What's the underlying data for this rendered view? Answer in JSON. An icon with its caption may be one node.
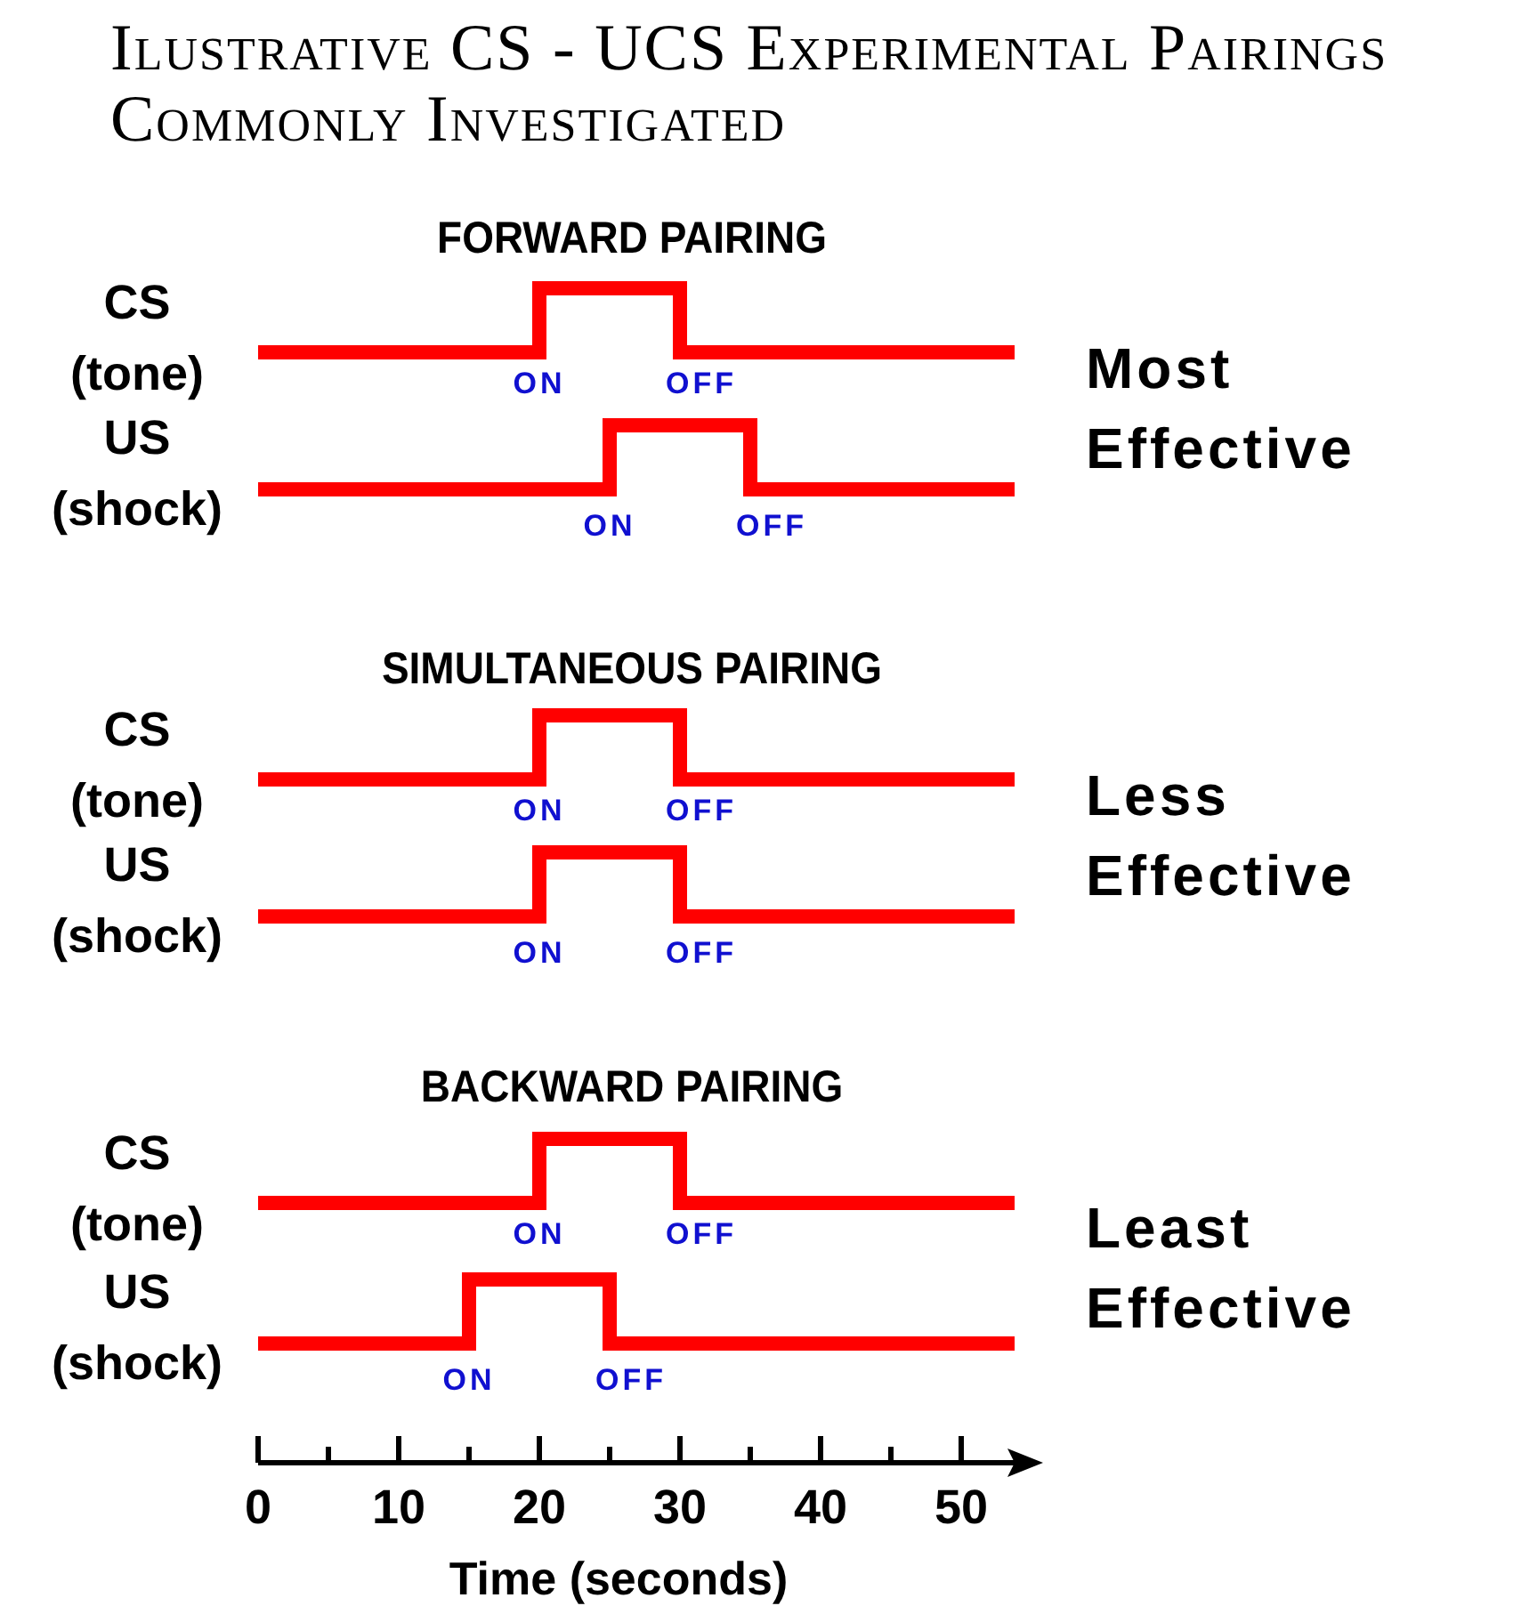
{
  "diagram": {
    "title": "Ilustrative CS - UCS Experimental Pairings Commonly Investigated",
    "labels": [
      "FORWARD PAIRING",
      "CS (tone)",
      "ON",
      "OFF",
      "US (shock)",
      "ON",
      "OFF",
      "Most Effective",
      "SIMULTANEOUS PAIRING",
      "CS (tone)",
      "ON",
      "OFF",
      "US (shock)",
      "ON",
      "OFF",
      "Less Effective",
      "BACKWARD PAIRING",
      "CS (tone)",
      "ON",
      "OFF",
      "US (shock)",
      "ON",
      "OFF",
      "Least Effective",
      "0",
      "10",
      "20",
      "30",
      "40",
      "50",
      "Time (seconds)"
    ]
  }
}
